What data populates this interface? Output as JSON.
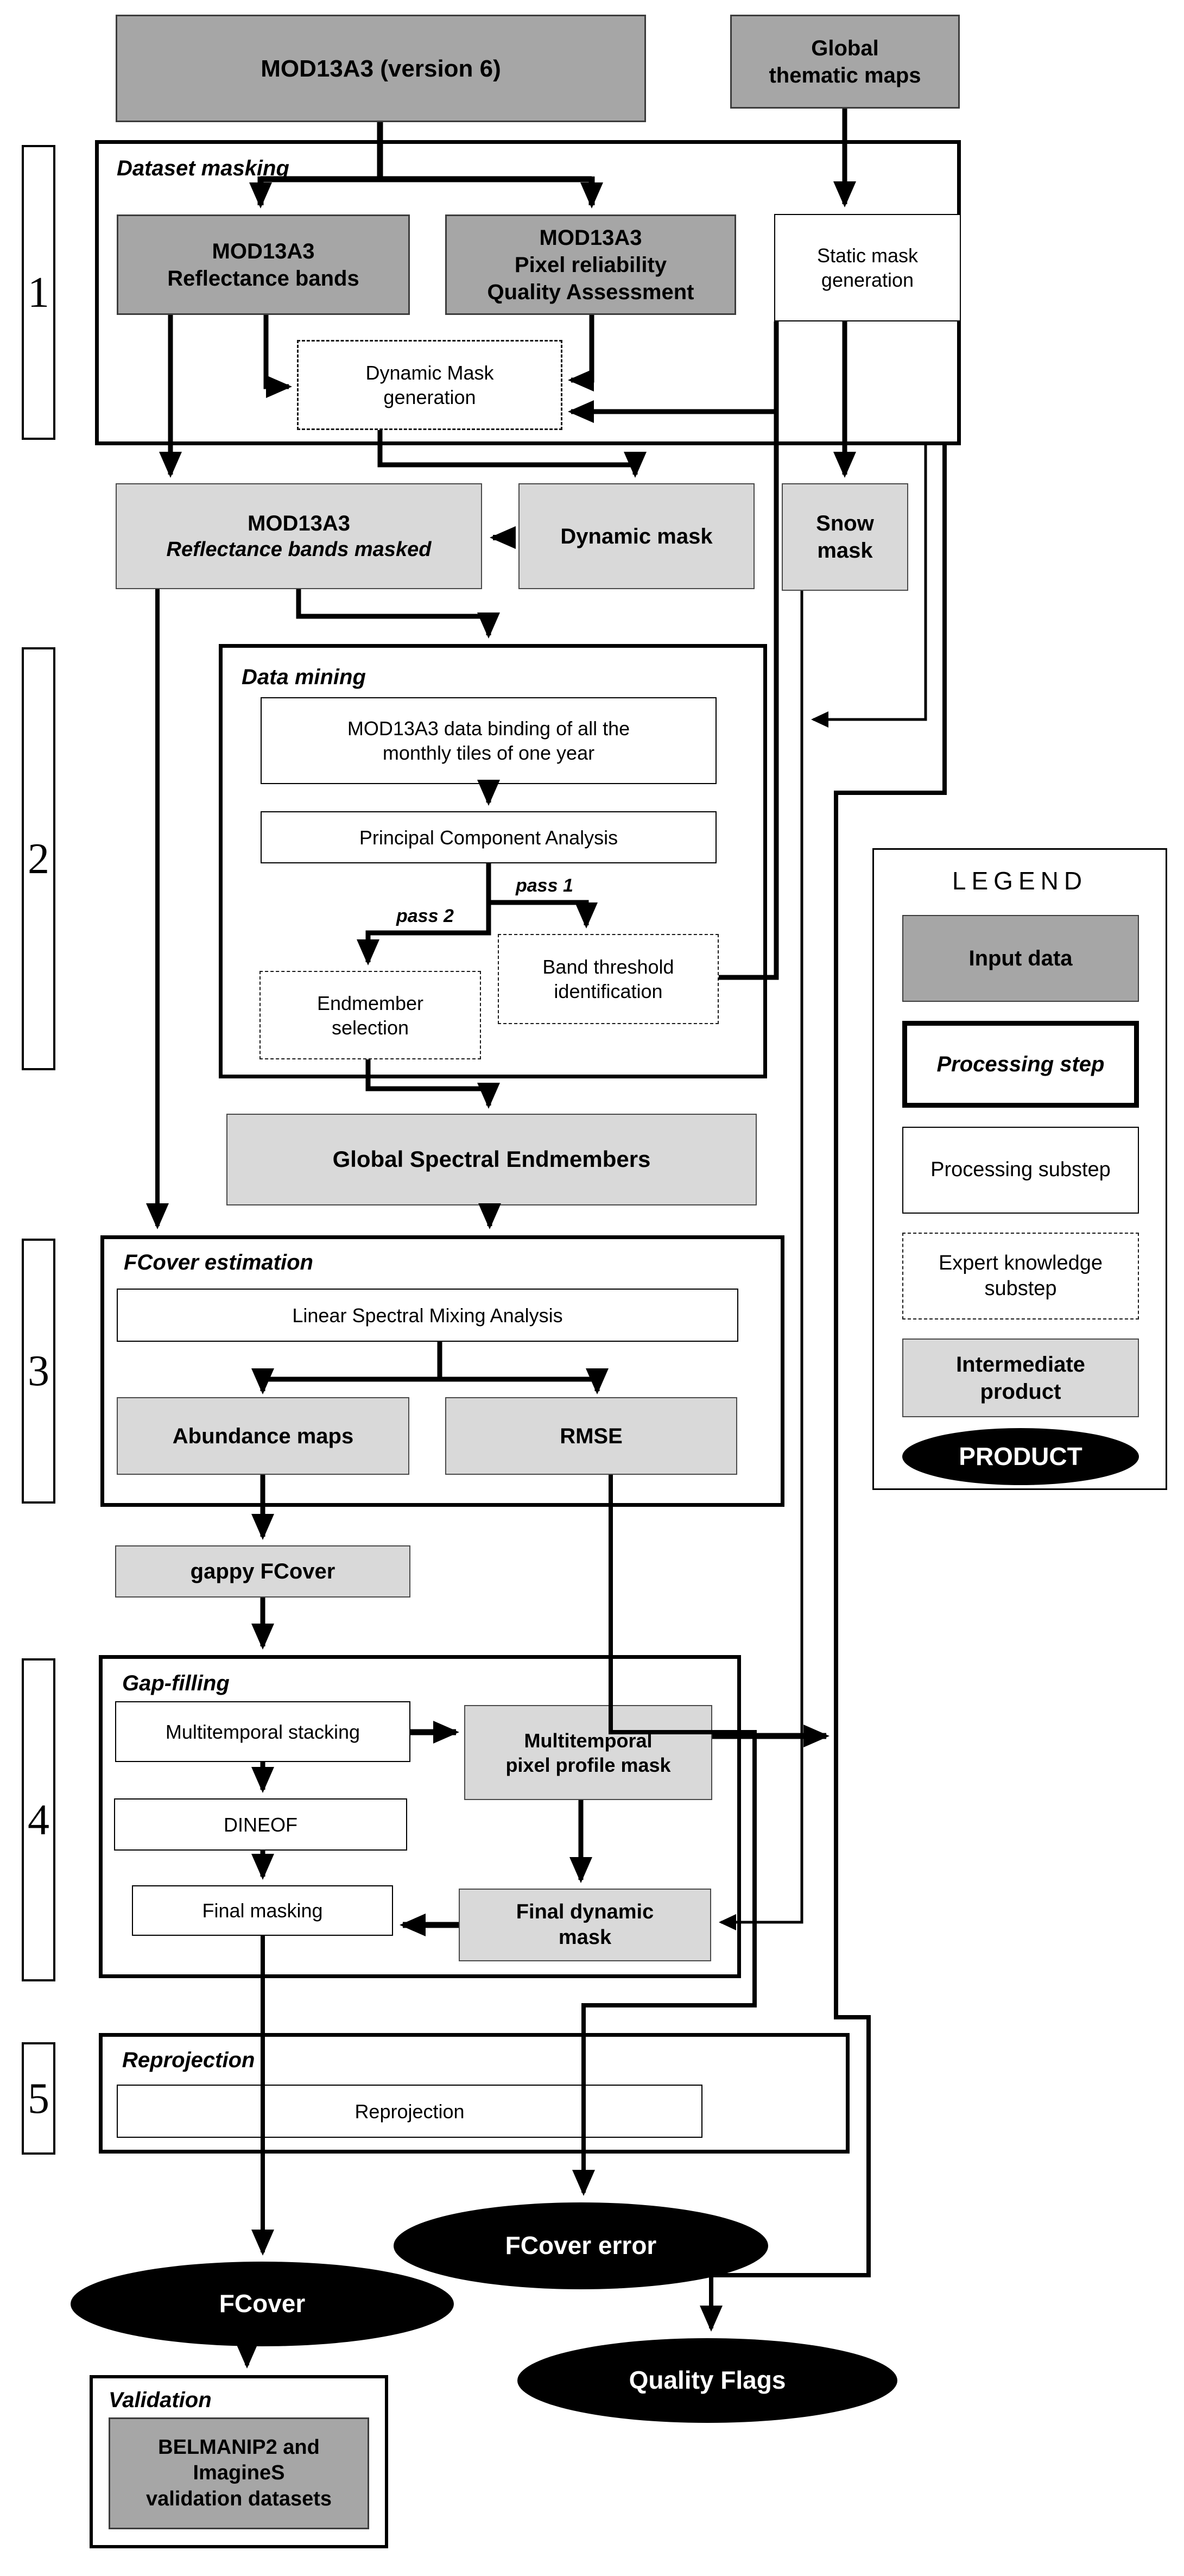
{
  "title": "MOD13A3 FCover processing chain flowchart",
  "colors": {
    "input_box": "#a6a6a6",
    "intermediate_box": "#d9d9d9",
    "product_fill": "#000000",
    "line": "#000000",
    "background": "#ffffff"
  },
  "step_numbers": [
    "1",
    "2",
    "3",
    "4",
    "5"
  ],
  "labels": {
    "mod13a3_v6": "MOD13A3 (version 6)",
    "global_thematic_maps": "Global\nthematic maps",
    "dataset_masking": "Dataset masking",
    "reflectance_bands": "MOD13A3\nReflectance bands",
    "pixel_reliability": "MOD13A3\nPixel reliability\nQuality Assessment",
    "static_mask_generation": "Static mask\ngeneration",
    "dynamic_mask_generation": "Dynamic Mask\ngeneration",
    "reflectance_bands_masked_title": "MOD13A3",
    "reflectance_bands_masked_sub": "Reflectance bands masked",
    "dynamic_mask": "Dynamic mask",
    "snow_mask": "Snow\nmask",
    "data_mining": "Data mining",
    "data_binding": "MOD13A3 data binding of all the\nmonthly tiles of one year",
    "pca": "Principal Component Analysis",
    "pass1": "pass 1",
    "pass2": "pass 2",
    "band_threshold": "Band threshold\nidentification",
    "endmember_selection": "Endmember\nselection",
    "global_spectral_endmembers": "Global Spectral Endmembers",
    "fcover_estimation": "FCover estimation",
    "lsma": "Linear Spectral Mixing Analysis",
    "abundance_maps": "Abundance maps",
    "rmse": "RMSE",
    "gappy_fcover": "gappy FCover",
    "gap_filling": "Gap-filling",
    "multitemporal_stacking": "Multitemporal stacking",
    "multitemporal_pixel_profile_mask": "Multitemporal\npixel profile mask",
    "dineof": "DINEOF",
    "final_masking": "Final masking",
    "final_dynamic_mask": "Final dynamic\nmask",
    "reprojection_section": "Reprojection",
    "reprojection_substep": "Reprojection",
    "fcover": "FCover",
    "fcover_error": "FCover error",
    "quality_flags": "Quality Flags",
    "validation": "Validation",
    "belmanip": "BELMANIP2 and\nImagineS\nvalidation datasets"
  },
  "legend": {
    "title": "LEGEND",
    "input_data": "Input data",
    "processing_step": "Processing step",
    "processing_substep": "Processing substep",
    "expert_knowledge_substep": "Expert knowledge\nsubstep",
    "intermediate_product": "Intermediate\nproduct",
    "product": "PRODUCT"
  }
}
